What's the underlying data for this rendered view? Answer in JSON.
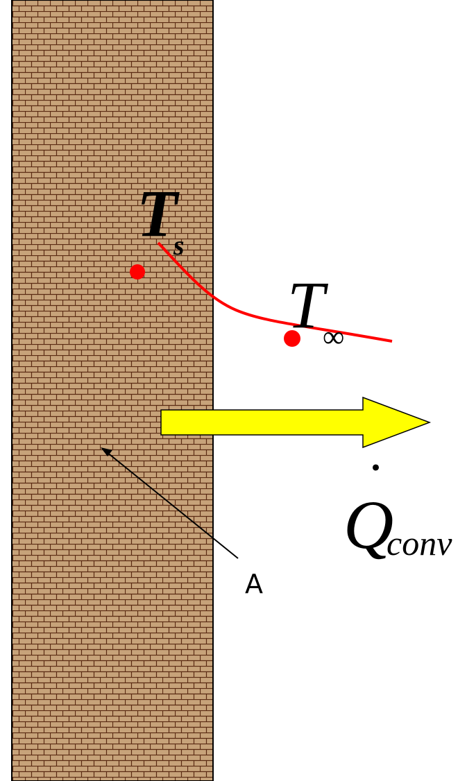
{
  "labels": {
    "surface_temp": {
      "main": "T",
      "sub": "s"
    },
    "ambient_temp": {
      "main": "T",
      "sub": "∞"
    },
    "heat_rate": {
      "main": "Q",
      "dot": "˙",
      "sub": "conv"
    },
    "area": "A"
  },
  "colors": {
    "wall_brick": "#c7a37a",
    "wall_mortar": "#5a2a12",
    "temperature_curve": "#ff0000",
    "point": "#ff0000",
    "arrow_fill": "#ffff00",
    "arrow_stroke": "#000000"
  }
}
